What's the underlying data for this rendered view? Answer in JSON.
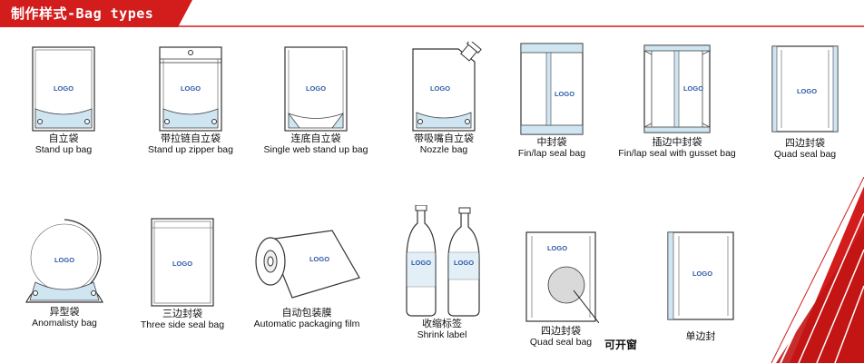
{
  "header": {
    "title": "制作样式-Bag types",
    "bar_color": "#d31c1c"
  },
  "logo_text": "LOGO",
  "row1": [
    {
      "cn": "自立袋",
      "en": "Stand up bag"
    },
    {
      "cn": "带拉链自立袋",
      "en": "Stand up zipper bag"
    },
    {
      "cn": "连底自立袋",
      "en": "Single web stand up bag"
    },
    {
      "cn": "带吸嘴自立袋",
      "en": "Nozzle bag"
    },
    {
      "cn": "中封袋",
      "en": "Fin/lap seal bag"
    },
    {
      "cn": "插边中封袋",
      "en": "Fin/lap seal with gusset bag"
    },
    {
      "cn": "四边封袋",
      "en": "Quad seal bag"
    }
  ],
  "row2": [
    {
      "cn": "异型袋",
      "en": "Anomalisty bag"
    },
    {
      "cn": "三边封袋",
      "en": "Three side seal bag"
    },
    {
      "cn": "自动包装膜",
      "en": "Automatic packaging film"
    },
    {
      "cn": "收缩标签",
      "en": "Shrink label"
    },
    {
      "cn": "四边封袋",
      "en": "Quad seal bag"
    },
    {
      "cn": "单边封",
      "en": ""
    }
  ],
  "window_label": "可开窗",
  "accent_color": "#d31c1c",
  "seal_tint": "#cfe6f2"
}
